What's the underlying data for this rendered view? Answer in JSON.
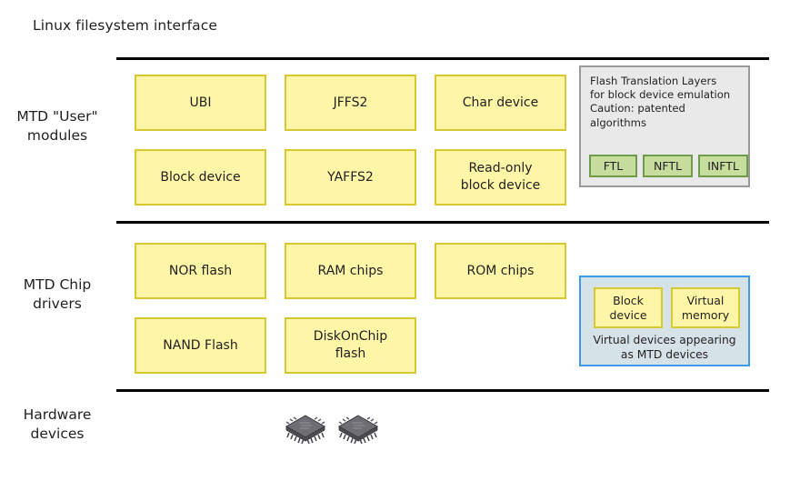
{
  "diagram": {
    "heading": "Linux filesystem interface",
    "row_labels": [
      "MTD \"User\"\nmodules",
      "MTD Chip\ndrivers",
      "Hardware\ndevices"
    ],
    "row_label_1_line1": "MTD \"User\"",
    "row_label_1_line2": "modules",
    "row_label_2_line1": "MTD Chip",
    "row_label_2_line2": "drivers",
    "row_label_3_line1": "Hardware",
    "row_label_3_line2": "devices",
    "user_modules": {
      "row1": [
        "UBI",
        "JFFS2",
        "Char device"
      ],
      "row2": [
        "Block device",
        "YAFFS2",
        "Read-only\nblock device"
      ],
      "read_only_line1": "Read-only",
      "read_only_line2": "block device"
    },
    "ftl_panel": {
      "description_line1": "Flash Translation Layers",
      "description_line2": "for block device emulation",
      "description_line3": "Caution: patented",
      "description_line4": "algorithms",
      "items": [
        "FTL",
        "NFTL",
        "INFTL"
      ]
    },
    "chip_drivers": {
      "row1": [
        "NOR flash",
        "RAM chips",
        "ROM chips"
      ],
      "row2": [
        "NAND Flash",
        "DiskOnChip\nflash"
      ],
      "diskonchip_line1": "DiskOnChip",
      "diskonchip_line2": "flash"
    },
    "virtual_panel": {
      "boxes": [
        {
          "line1": "Block",
          "line2": "device"
        },
        {
          "line1": "Virtual",
          "line2": "memory"
        }
      ],
      "caption_line1": "Virtual devices appearing",
      "caption_line2": "as MTD devices"
    },
    "hardware": {
      "icons": [
        "chip-icon",
        "chip-icon"
      ]
    },
    "colors": {
      "module_fill": "#fcf6a6",
      "module_border": "#d9c832",
      "ftl_panel_fill": "#e9e9e9",
      "ftl_panel_border": "#9a9a9a",
      "ftl_item_fill": "#c6dd9d",
      "ftl_item_border": "#6f9b4a",
      "virtual_panel_fill": "#d5e2e7",
      "virtual_panel_border": "#3d9ae8",
      "rule": "#000000",
      "text": "#231f20",
      "background": "#ffffff"
    }
  }
}
